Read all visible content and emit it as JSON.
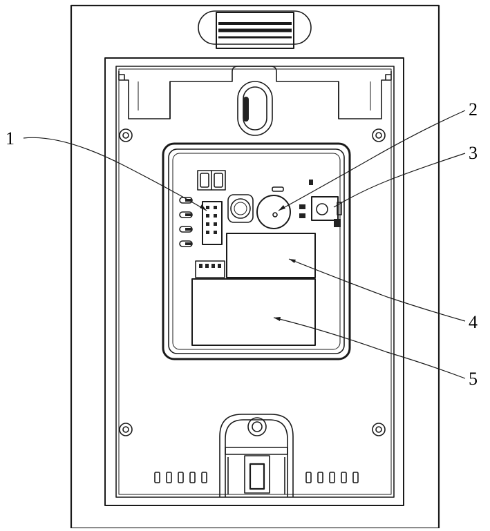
{
  "labels": [
    "1",
    "2",
    "3",
    "4",
    "5"
  ],
  "colors": {
    "stroke": "#1a1a1a",
    "background": "#ffffff",
    "fill_dark": "#222222"
  }
}
